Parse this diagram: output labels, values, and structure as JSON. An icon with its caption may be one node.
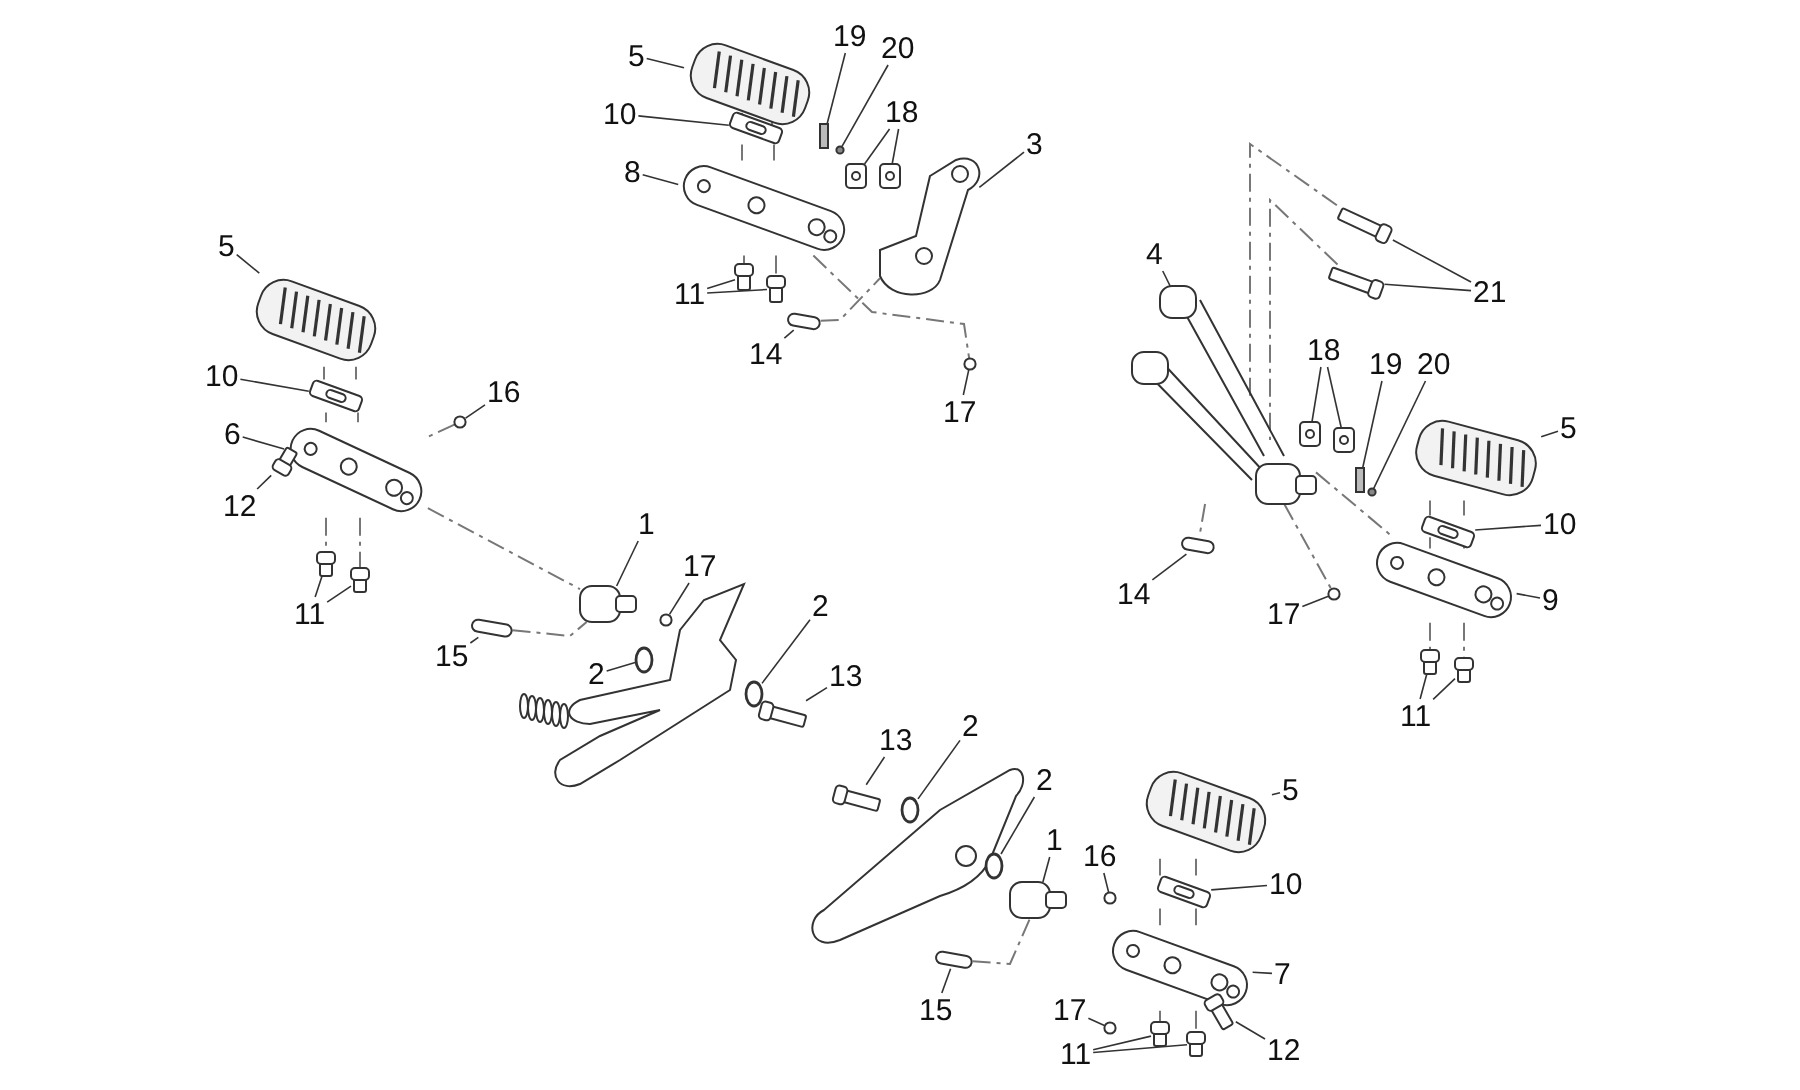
{
  "diagram": {
    "nodes": [
      {
        "text": [
          "5"
        ]
      },
      {
        "text": [
          "10"
        ]
      },
      {
        "text": [
          "8"
        ]
      },
      {
        "text": [
          "19"
        ]
      },
      {
        "text": [
          "20"
        ]
      },
      {
        "text": [
          "18"
        ]
      },
      {
        "text": [
          "3"
        ]
      },
      {
        "text": [
          "11"
        ]
      },
      {
        "text": [
          "14"
        ]
      },
      {
        "text": [
          "17"
        ]
      },
      {
        "text": [
          "5"
        ]
      },
      {
        "text": [
          "10"
        ]
      },
      {
        "text": [
          "6"
        ]
      },
      {
        "text": [
          "16"
        ]
      },
      {
        "text": [
          "12"
        ]
      },
      {
        "text": [
          "11"
        ]
      },
      {
        "text": [
          "1"
        ]
      },
      {
        "text": [
          "17"
        ]
      },
      {
        "text": [
          "15"
        ]
      },
      {
        "text": [
          "2"
        ]
      },
      {
        "text": [
          "2"
        ]
      },
      {
        "text": [
          "13"
        ]
      },
      {
        "text": [
          "13"
        ]
      },
      {
        "text": [
          "2"
        ]
      },
      {
        "text": [
          "2"
        ]
      },
      {
        "text": [
          "1"
        ]
      },
      {
        "text": [
          "15"
        ]
      },
      {
        "text": [
          "16"
        ]
      },
      {
        "text": [
          "5"
        ]
      },
      {
        "text": [
          "10"
        ]
      },
      {
        "text": [
          "7"
        ]
      },
      {
        "text": [
          "17"
        ]
      },
      {
        "text": [
          "12"
        ]
      },
      {
        "text": [
          "11"
        ]
      },
      {
        "text": [
          "21"
        ]
      },
      {
        "text": [
          "4"
        ]
      },
      {
        "text": [
          "18"
        ]
      },
      {
        "text": [
          "19"
        ]
      },
      {
        "text": [
          "20"
        ]
      },
      {
        "text": [
          "5"
        ]
      },
      {
        "text": [
          "10"
        ]
      },
      {
        "text": [
          "9"
        ]
      },
      {
        "text": [
          "14"
        ]
      },
      {
        "text": [
          "17"
        ]
      },
      {
        "text": [
          "11"
        ]
      },
      {
        "text": [],
        "shape": "picture"
      },
      {
        "text": [],
        "shape": "box"
      },
      {
        "text": [],
        "shape": "picture"
      },
      {
        "text": [],
        "shape": "bar"
      },
      {
        "text": [],
        "shape": "circle"
      },
      {
        "text": [],
        "shape": "box"
      },
      {
        "text": [],
        "shape": "box"
      },
      {
        "text": [],
        "shape": "picture"
      },
      {
        "text": [],
        "shape": "bar"
      },
      {
        "text": [],
        "shape": "bar"
      },
      {
        "text": [],
        "shape": "bar"
      },
      {
        "text": [],
        "shape": "circle"
      },
      {
        "text": [],
        "shape": "picture"
      },
      {
        "text": [],
        "shape": "box"
      },
      {
        "text": [],
        "shape": "picture"
      },
      {
        "text": [],
        "shape": "circle"
      },
      {
        "text": [],
        "shape": "bar"
      },
      {
        "text": [],
        "shape": "bar"
      },
      {
        "text": [],
        "shape": "bar"
      },
      {
        "text": [],
        "shape": "box"
      },
      {
        "text": [],
        "shape": "circle"
      },
      {
        "text": [],
        "shape": "bar"
      },
      {
        "text": [],
        "shape": "circle"
      },
      {
        "text": [],
        "shape": "circle"
      },
      {
        "text": [],
        "shape": "bar"
      },
      {
        "text": [],
        "shape": "bar"
      },
      {
        "text": [],
        "shape": "circle"
      },
      {
        "text": [],
        "shape": "circle"
      },
      {
        "text": [],
        "shape": "box"
      },
      {
        "text": [],
        "shape": "bar"
      },
      {
        "text": [],
        "shape": "circle"
      },
      {
        "text": [],
        "shape": "picture"
      },
      {
        "text": [],
        "shape": "box"
      },
      {
        "text": [],
        "shape": "picture"
      },
      {
        "text": [],
        "shape": "circle"
      },
      {
        "text": [],
        "shape": "bar"
      },
      {
        "text": [],
        "shape": "bar"
      },
      {
        "text": [],
        "shape": "bar"
      },
      {
        "text": [],
        "shape": "bar"
      },
      {
        "text": [],
        "shape": "bar"
      },
      {
        "text": [],
        "shape": "picture"
      },
      {
        "text": [],
        "shape": "box"
      },
      {
        "text": [],
        "shape": "box"
      },
      {
        "text": [],
        "shape": "bar"
      },
      {
        "text": [],
        "shape": "circle"
      },
      {
        "text": [],
        "shape": "picture"
      },
      {
        "text": [],
        "shape": "box"
      },
      {
        "text": [],
        "shape": "picture"
      },
      {
        "text": [],
        "shape": "bar"
      },
      {
        "text": [],
        "shape": "circle"
      },
      {
        "text": [],
        "shape": "bar"
      },
      {
        "text": [],
        "shape": "bar"
      }
    ],
    "edges": [
      {
        "from": 0,
        "to": 45,
        "arrow": "none"
      },
      {
        "from": 1,
        "to": 46,
        "arrow": "none"
      },
      {
        "from": 2,
        "to": 47,
        "arrow": "none"
      },
      {
        "from": 3,
        "to": 48,
        "arrow": "none"
      },
      {
        "from": 4,
        "to": 49,
        "arrow": "none"
      },
      {
        "from": 5,
        "to": 50,
        "arrow": "none"
      },
      {
        "from": 5,
        "to": 51,
        "arrow": "none"
      },
      {
        "from": 6,
        "to": 52,
        "arrow": "none"
      },
      {
        "from": 7,
        "to": 53,
        "arrow": "none"
      },
      {
        "from": 7,
        "to": 54,
        "arrow": "none"
      },
      {
        "from": 8,
        "to": 55,
        "arrow": "none"
      },
      {
        "from": 9,
        "to": 56,
        "arrow": "none"
      },
      {
        "from": 10,
        "to": 57,
        "arrow": "none"
      },
      {
        "from": 11,
        "to": 58,
        "arrow": "none"
      },
      {
        "from": 12,
        "to": 59,
        "arrow": "none"
      },
      {
        "from": 13,
        "to": 60,
        "arrow": "none"
      },
      {
        "from": 14,
        "to": 61,
        "arrow": "none"
      },
      {
        "from": 15,
        "to": 62,
        "arrow": "none"
      },
      {
        "from": 15,
        "to": 63,
        "arrow": "none"
      },
      {
        "from": 16,
        "to": 64,
        "arrow": "none"
      },
      {
        "from": 17,
        "to": 65,
        "arrow": "none"
      },
      {
        "from": 18,
        "to": 66,
        "arrow": "none"
      },
      {
        "from": 19,
        "to": 67,
        "arrow": "none"
      },
      {
        "from": 20,
        "to": 68,
        "arrow": "none"
      },
      {
        "from": 21,
        "to": 69,
        "arrow": "none"
      },
      {
        "from": 22,
        "to": 70,
        "arrow": "none"
      },
      {
        "from": 23,
        "to": 71,
        "arrow": "none"
      },
      {
        "from": 24,
        "to": 72,
        "arrow": "none"
      },
      {
        "from": 25,
        "to": 73,
        "arrow": "none"
      },
      {
        "from": 26,
        "to": 74,
        "arrow": "none"
      },
      {
        "from": 27,
        "to": 75,
        "arrow": "none"
      },
      {
        "from": 28,
        "to": 76,
        "arrow": "none"
      },
      {
        "from": 29,
        "to": 77,
        "arrow": "none"
      },
      {
        "from": 30,
        "to": 78,
        "arrow": "none"
      },
      {
        "from": 31,
        "to": 79,
        "arrow": "none"
      },
      {
        "from": 32,
        "to": 80,
        "arrow": "none"
      },
      {
        "from": 33,
        "to": 81,
        "arrow": "none"
      },
      {
        "from": 33,
        "to": 82,
        "arrow": "none"
      },
      {
        "from": 34,
        "to": 83,
        "arrow": "none"
      },
      {
        "from": 34,
        "to": 84,
        "arrow": "none"
      },
      {
        "from": 35,
        "to": 85,
        "arrow": "none"
      },
      {
        "from": 36,
        "to": 86,
        "arrow": "none"
      },
      {
        "from": 36,
        "to": 87,
        "arrow": "none"
      },
      {
        "from": 37,
        "to": 88,
        "arrow": "none"
      },
      {
        "from": 38,
        "to": 89,
        "arrow": "none"
      },
      {
        "from": 39,
        "to": 90,
        "arrow": "none"
      },
      {
        "from": 40,
        "to": 91,
        "arrow": "none"
      },
      {
        "from": 41,
        "to": 92,
        "arrow": "none"
      },
      {
        "from": 42,
        "to": 93,
        "arrow": "none"
      },
      {
        "from": 43,
        "to": 94,
        "arrow": "none"
      },
      {
        "from": 44,
        "to": 95,
        "arrow": "none"
      },
      {
        "from": 44,
        "to": 96,
        "arrow": "none"
      },
      {
        "from": 47,
        "to": 56,
        "arrow": "none",
        "style": "dashed",
        "color": "#777777"
      },
      {
        "from": 55,
        "to": 52,
        "arrow": "none",
        "style": "dashed",
        "color": "#777777"
      },
      {
        "from": 59,
        "to": 64,
        "arrow": "none",
        "style": "dashed",
        "color": "#777777"
      },
      {
        "from": 66,
        "to": 64,
        "arrow": "none",
        "style": "dashed",
        "color": "#777777"
      },
      {
        "from": 60,
        "to": 59,
        "arrow": "none",
        "style": "dashed",
        "color": "#777777"
      },
      {
        "from": 57,
        "to": 58,
        "arrow": "none",
        "style": "dashed",
        "color": "#777777"
      },
      {
        "from": 58,
        "to": 59,
        "arrow": "none",
        "style": "dashed",
        "color": "#777777"
      },
      {
        "from": 59,
        "to": 62,
        "arrow": "none",
        "style": "dashed",
        "color": "#777777"
      },
      {
        "from": 57,
        "to": 58,
        "arrow": "none",
        "style": "dashed",
        "color": "#777777"
      },
      {
        "from": 58,
        "to": 59,
        "arrow": "none",
        "style": "dashed",
        "color": "#777777"
      },
      {
        "from": 59,
        "to": 63,
        "arrow": "none",
        "style": "dashed",
        "color": "#777777"
      },
      {
        "from": 45,
        "to": 46,
        "arrow": "none",
        "style": "dashed",
        "color": "#777777"
      },
      {
        "from": 46,
        "to": 47,
        "arrow": "none",
        "style": "dashed",
        "color": "#777777"
      },
      {
        "from": 47,
        "to": 53,
        "arrow": "none",
        "style": "dashed",
        "color": "#777777"
      },
      {
        "from": 45,
        "to": 46,
        "arrow": "none",
        "style": "dashed",
        "color": "#777777"
      },
      {
        "from": 46,
        "to": 47,
        "arrow": "none",
        "style": "dashed",
        "color": "#777777"
      },
      {
        "from": 47,
        "to": 54,
        "arrow": "none",
        "style": "dashed",
        "color": "#777777"
      },
      {
        "from": 83,
        "to": 85,
        "arrow": "none",
        "style": "dashed",
        "color": "#777777"
      },
      {
        "from": 84,
        "to": 85,
        "arrow": "none",
        "style": "dashed",
        "color": "#777777"
      },
      {
        "from": 85,
        "to": 93,
        "arrow": "none",
        "style": "dashed",
        "color": "#777777"
      },
      {
        "from": 85,
        "to": 92,
        "arrow": "none",
        "style": "dashed",
        "color": "#777777"
      },
      {
        "from": 85,
        "to": 94,
        "arrow": "none",
        "style": "dashed",
        "color": "#777777"
      },
      {
        "from": 90,
        "to": 91,
        "arrow": "none",
        "style": "dashed",
        "color": "#777777"
      },
      {
        "from": 91,
        "to": 92,
        "arrow": "none",
        "style": "dashed",
        "color": "#777777"
      },
      {
        "from": 92,
        "to": 95,
        "arrow": "none",
        "style": "dashed",
        "color": "#777777"
      },
      {
        "from": 90,
        "to": 91,
        "arrow": "none",
        "style": "dashed",
        "color": "#777777"
      },
      {
        "from": 91,
        "to": 92,
        "arrow": "none",
        "style": "dashed",
        "color": "#777777"
      },
      {
        "from": 92,
        "to": 96,
        "arrow": "none",
        "style": "dashed",
        "color": "#777777"
      },
      {
        "from": 74,
        "to": 73,
        "arrow": "none",
        "style": "dashed",
        "color": "#777777"
      },
      {
        "from": 76,
        "to": 77,
        "arrow": "none",
        "style": "dashed",
        "color": "#777777"
      },
      {
        "from": 77,
        "to": 78,
        "arrow": "none",
        "style": "dashed",
        "color": "#777777"
      },
      {
        "from": 78,
        "to": 81,
        "arrow": "none",
        "style": "dashed",
        "color": "#777777"
      },
      {
        "from": 76,
        "to": 77,
        "arrow": "none",
        "style": "dashed",
        "color": "#777777"
      },
      {
        "from": 77,
        "to": 78,
        "arrow": "none",
        "style": "dashed",
        "color": "#777777"
      },
      {
        "from": 78,
        "to": 82,
        "arrow": "none",
        "style": "dashed",
        "color": "#777777"
      }
    ]
  }
}
